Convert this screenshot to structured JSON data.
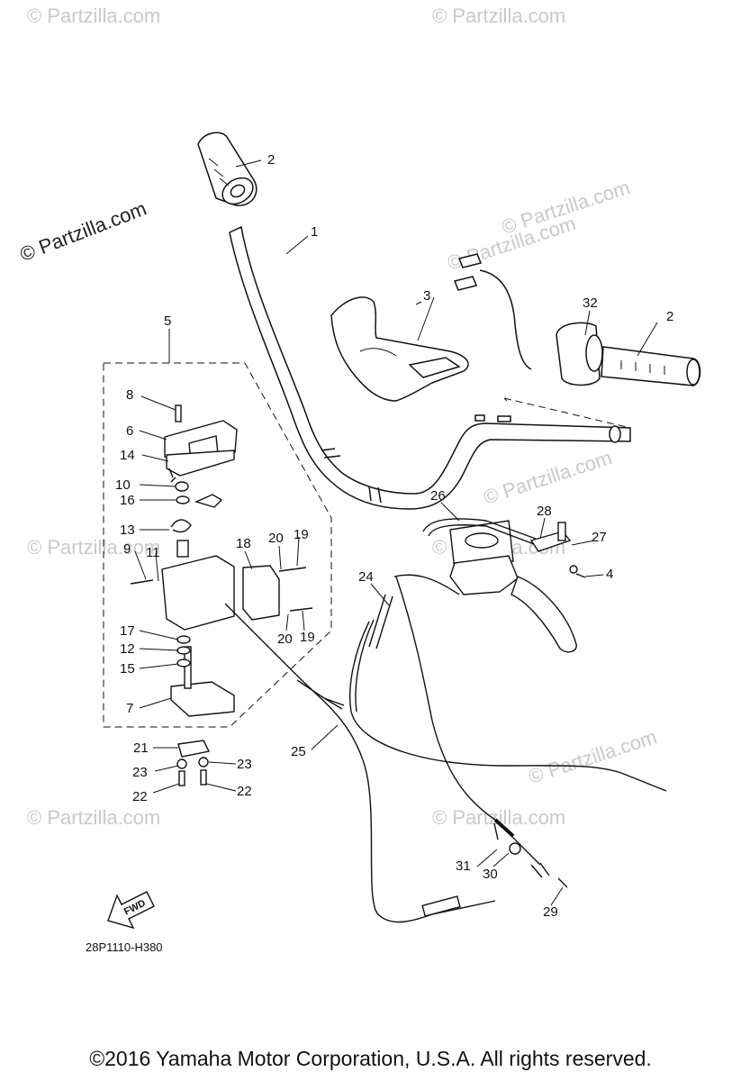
{
  "watermark": {
    "main": "© Partzilla.com",
    "faded": [
      "© Partzilla.com",
      "© Partzilla.com",
      "© Partzilla.com",
      "© Partzilla.com",
      "© Partzilla.com",
      "© Partzilla.com",
      "© Partzilla.com",
      "© Partzilla.com",
      "© Partzilla.com",
      "© Partzilla.com"
    ]
  },
  "callouts": [
    "1",
    "2",
    "2",
    "3",
    "4",
    "5",
    "6",
    "7",
    "8",
    "9",
    "10",
    "11",
    "12",
    "13",
    "14",
    "15",
    "16",
    "17",
    "18",
    "19",
    "19",
    "20",
    "20",
    "21",
    "22",
    "22",
    "23",
    "23",
    "24",
    "25",
    "26",
    "27",
    "28",
    "29",
    "30",
    "31",
    "32"
  ],
  "direction_label": "FWD",
  "diagram_code": "28P1110-H380",
  "copyright": "©2016  Yamaha Motor Corporation, U.S.A. All rights reserved."
}
